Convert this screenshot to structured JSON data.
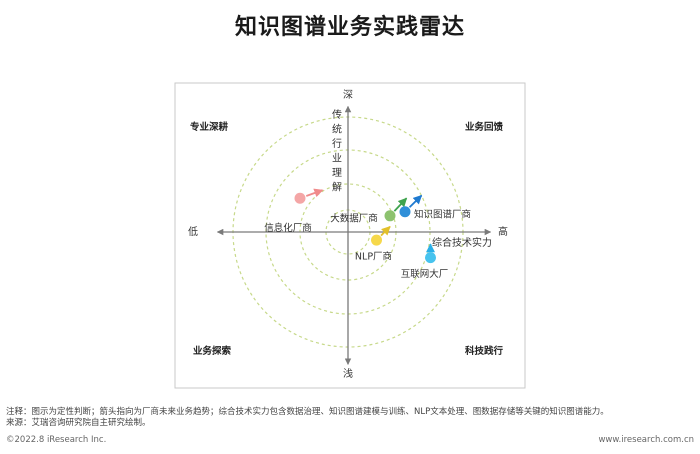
{
  "title": "知识图谱业务实践雷达",
  "chart_data": {
    "type": "scatter",
    "title": "知识图谱业务实践雷达",
    "axes": {
      "y_top": "深",
      "y_bottom": "浅",
      "x_left": "低",
      "x_right": "高",
      "y_top_label": "传统行业理解",
      "x_right_label": "综合技术实力"
    },
    "quadrants": {
      "top_left": "专业深耕",
      "top_right": "业务回馈",
      "bottom_left": "业务探索",
      "bottom_right": "科技践行"
    },
    "xlim": [
      -1,
      1
    ],
    "ylim": [
      -1,
      1
    ],
    "points": [
      {
        "name": "信息化厂商",
        "x": -0.32,
        "y": 0.25,
        "color": "#f4a6a6",
        "arrow": {
          "dx": 0.15,
          "dy": 0.06,
          "color": "#f08b8b"
        }
      },
      {
        "name": "大数据厂商",
        "x": 0.28,
        "y": 0.12,
        "color": "#8dc26f",
        "arrow": {
          "dx": 0.11,
          "dy": 0.13,
          "color": "#3fa34d"
        }
      },
      {
        "name": "知识图谱厂商",
        "x": 0.38,
        "y": 0.15,
        "color": "#2f8fd8",
        "arrow": {
          "dx": 0.11,
          "dy": 0.12,
          "color": "#1f7ad0"
        }
      },
      {
        "name": "NLP厂商",
        "x": 0.19,
        "y": -0.06,
        "color": "#f6d84a",
        "arrow": {
          "dx": 0.09,
          "dy": 0.1,
          "color": "#e2c02a"
        }
      },
      {
        "name": "互联网大厂",
        "x": 0.55,
        "y": -0.19,
        "color": "#47c3ee",
        "arrow": {
          "dx": 0.0,
          "dy": 0.1,
          "color": "#2ab0e8"
        }
      }
    ]
  },
  "notes": {
    "line1": "注释：图示为定性判断；箭头指向为厂商未来业务趋势；综合技术实力包含数据治理、知识图谱建模与训练、NLP文本处理、图数据存储等关键的知识图谱能力。",
    "line2": "来源：艾瑞咨询研究院自主研究绘制。"
  },
  "footer": {
    "left": "©2022.8 iResearch Inc.",
    "right": "www.iresearch.com.cn"
  }
}
